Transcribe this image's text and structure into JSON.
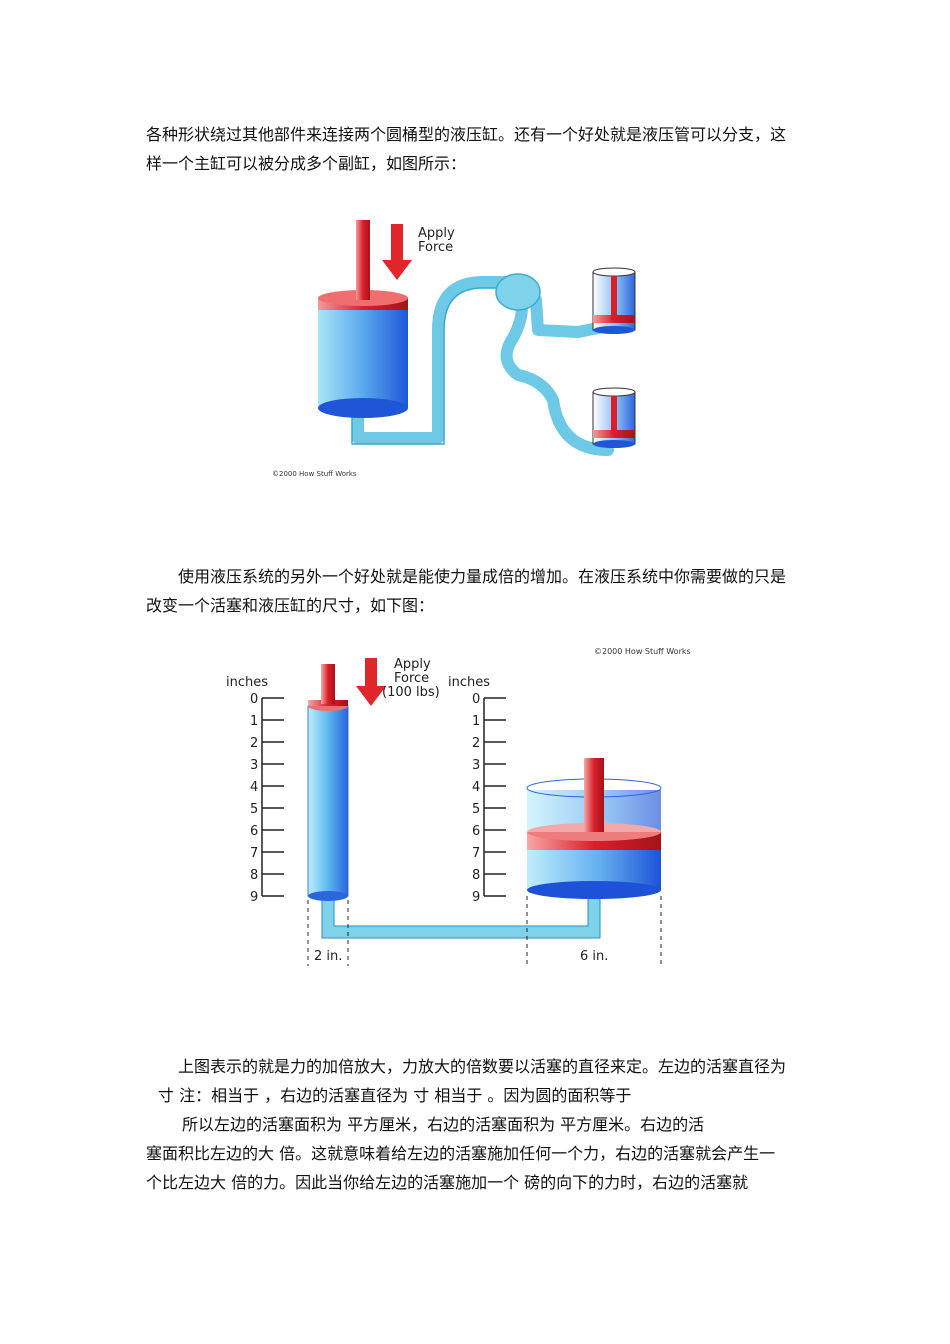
{
  "para1": {
    "line1": "各种形状绕过其他部件来连接两个圆桶型的液压缸。还有一个好处就是液压管可以分支，这",
    "line2": "样一个主缸可以被分成多个副缸，如图所示："
  },
  "figure1": {
    "apply_label_1": "Apply",
    "apply_label_2": "Force",
    "copyright": "©2000 How Stuff Works",
    "colors": {
      "red": "#d9202a",
      "blue": "#3f7fe6",
      "cyan": "#8fd9ee",
      "pipe": "#7ed3ea"
    }
  },
  "para2": {
    "line1": "使用液压系统的另外一个好处就是能使力量成倍的增加。在液压系统中你需要做的只是",
    "line2": "改变一个活塞和液压缸的尺寸，如下图："
  },
  "figure2": {
    "copyright": "©2000 How Stuff Works",
    "apply_label_1": "Apply",
    "apply_label_2": "Force",
    "apply_label_3": "(100 lbs)",
    "left_axis_title": "inches",
    "right_axis_title": "inches",
    "ticks": [
      "0",
      "1",
      "2",
      "3",
      "4",
      "5",
      "6",
      "7",
      "8",
      "9"
    ],
    "left_width_label": "2 in.",
    "right_width_label": "6 in."
  },
  "para3": {
    "line1": "上图表示的就是力的加倍放大，力放大的倍数要以活塞的直径来定。左边的活塞直径为",
    "line2": "寸  注：相当于              ，右边的活塞直径为     寸  相当于              。因为圆的面积等于",
    "line3": "所以左边的活塞面积为           平方厘米，右边的活塞面积为           平方厘米。右边的活",
    "line4": "塞面积比左边的大     倍。这就意味着给左边的活塞施加任何一个力，右边的活塞就会产生一",
    "line5": "个比左边大     倍的力。因此当你给左边的活塞施加一个          磅的向下的力时，右边的活塞就"
  }
}
